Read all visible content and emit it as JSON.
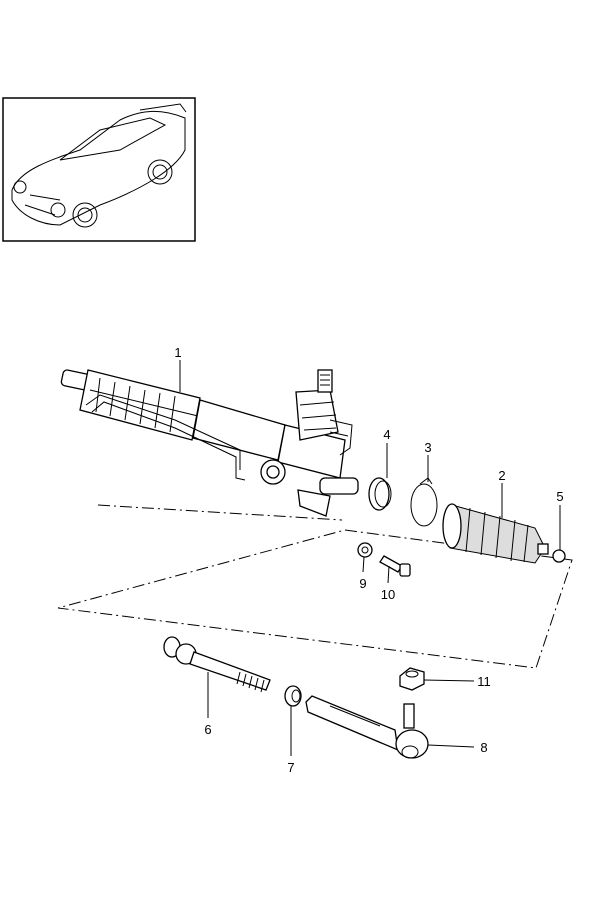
{
  "diagram": {
    "title_image": "vehicle-thumbnail",
    "callouts": [
      {
        "number": "1",
        "part": "steering-gear"
      },
      {
        "number": "2",
        "part": "boot"
      },
      {
        "number": "3",
        "part": "clamp"
      },
      {
        "number": "4",
        "part": "clamp-ring"
      },
      {
        "number": "5",
        "part": "small-clamp"
      },
      {
        "number": "6",
        "part": "tie-rod"
      },
      {
        "number": "7",
        "part": "lock-nut"
      },
      {
        "number": "8",
        "part": "tie-rod-end"
      },
      {
        "number": "9",
        "part": "nut"
      },
      {
        "number": "10",
        "part": "bolt"
      },
      {
        "number": "11",
        "part": "self-locking-nut"
      }
    ]
  }
}
